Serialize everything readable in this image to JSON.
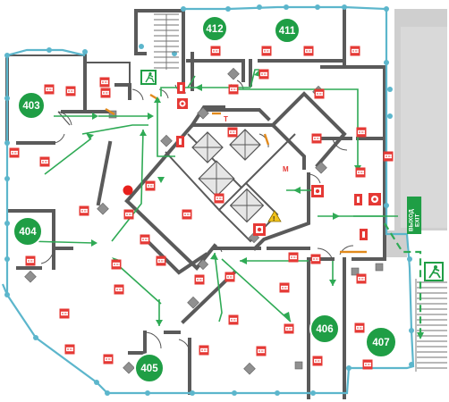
{
  "rooms": [
    {
      "id": "412",
      "label": "412"
    },
    {
      "id": "411",
      "label": "411"
    },
    {
      "id": "403",
      "label": "403"
    },
    {
      "id": "404",
      "label": "404"
    },
    {
      "id": "405",
      "label": "405"
    },
    {
      "id": "406",
      "label": "406"
    },
    {
      "id": "407",
      "label": "407"
    }
  ],
  "exit_sign": {
    "text": "ВЫХОД",
    "line2": "EXIT"
  },
  "icons": {
    "detector": "smoke-detector-icon",
    "extinguisher": "fire-extinguisher-icon",
    "alarm_button": "fire-alarm-button-icon",
    "running_man": "emergency-exit-icon",
    "warning": "warning-triangle-icon",
    "you_are_here": "you-are-here-marker"
  },
  "marks": {
    "stair_m": "M",
    "door_t": "T"
  },
  "colors": {
    "route": "#2faa55",
    "perimeter": "#5cb6cc",
    "badge": "#1f9e45",
    "symbol_red": "#e53935",
    "door_orange": "#e28a1c",
    "you_are_here": "#e8201c"
  }
}
